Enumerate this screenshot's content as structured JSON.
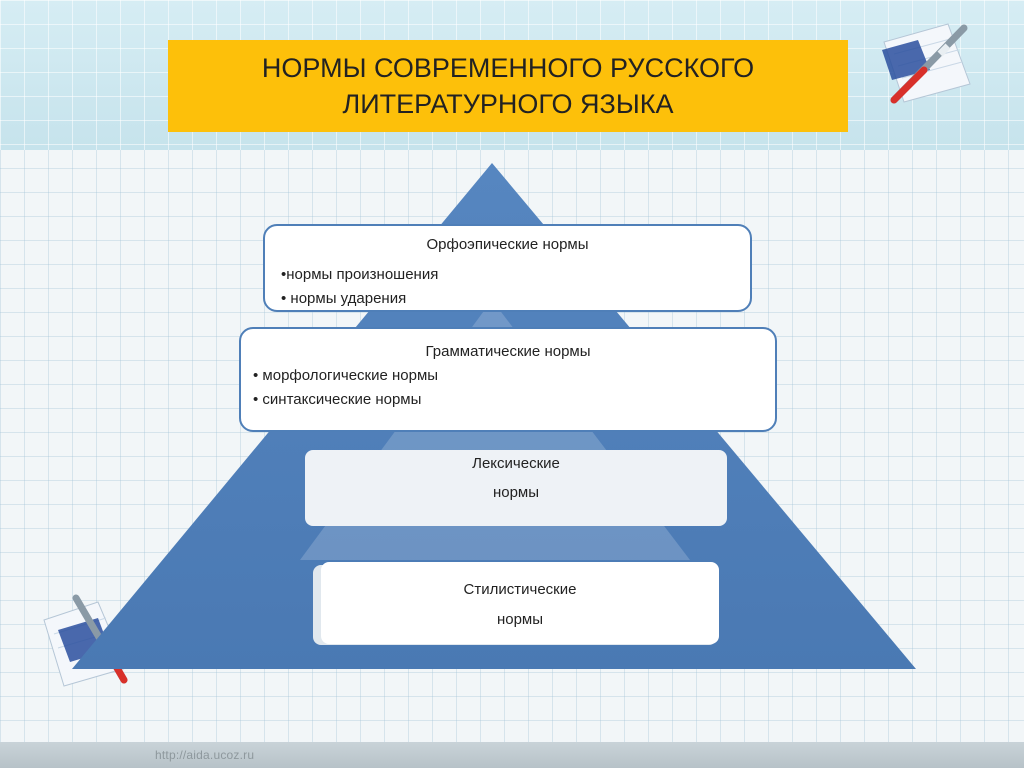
{
  "title": {
    "line1": "НОРМЫ СОВРЕМЕННОГО РУССКОГО",
    "line2": "ЛИТЕРАТУРНОГО ЯЗЫКА"
  },
  "levels": [
    {
      "heading": "Орфоэпические нормы",
      "items": [
        "•нормы произношения",
        "• нормы ударения"
      ]
    },
    {
      "heading": "Грамматические нормы",
      "items": [
        "• морфологические нормы",
        "• синтаксические нормы"
      ]
    },
    {
      "lines": [
        "Лексические",
        "нормы"
      ]
    },
    {
      "lines": [
        "Стилистические",
        "нормы"
      ]
    }
  ],
  "footer": {
    "url": "http://aida.ucoz.ru"
  },
  "colors": {
    "title_bg": "#fdc00a",
    "pyramid_blue": "#4f7fb8",
    "box_border": "#4f7fb8"
  },
  "icons": {
    "top_right": "pen-on-paper-icon",
    "bottom_left": "pen-on-paper-icon"
  }
}
